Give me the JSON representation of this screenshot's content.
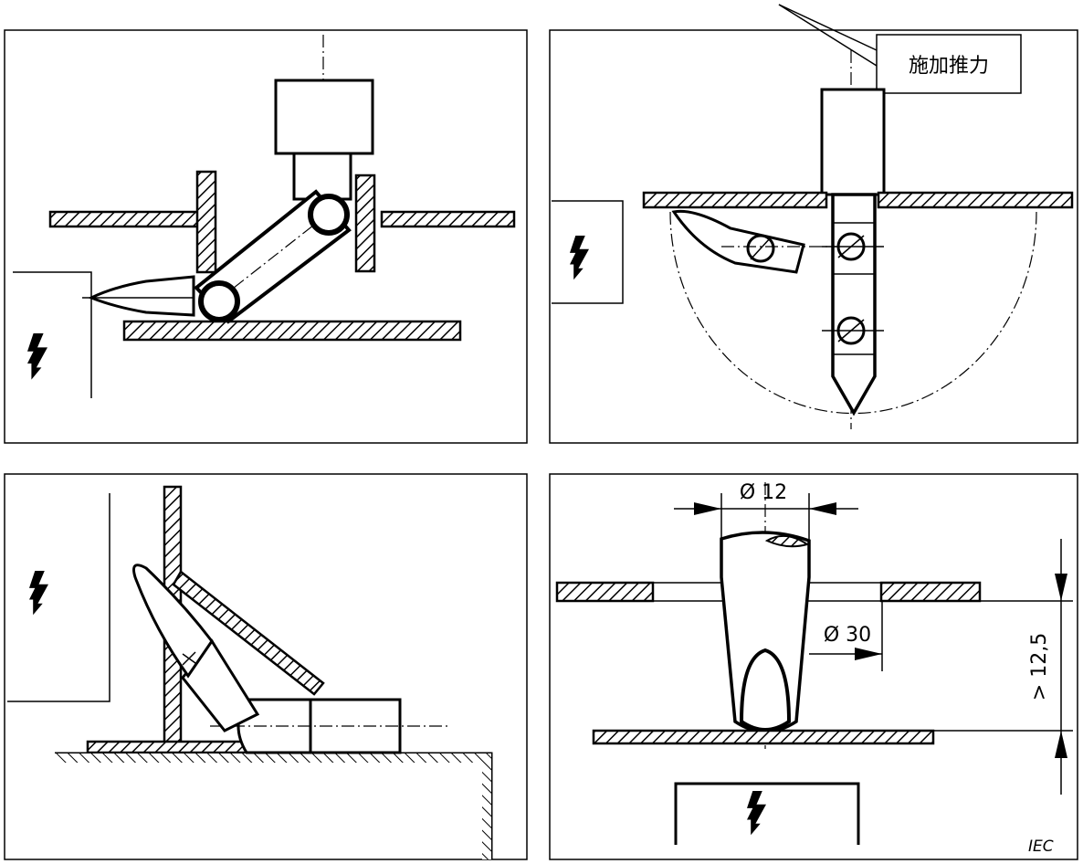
{
  "callout": {
    "text": "施加推力"
  },
  "dimensions": {
    "diameter_top": "Ø 12",
    "diameter_hole": "Ø 30",
    "distance": "> 12,5"
  },
  "mark": {
    "iec": "IEC"
  },
  "icons": [
    "high-voltage-icon"
  ],
  "colors": {
    "line": "#000000",
    "background": "#ffffff"
  }
}
